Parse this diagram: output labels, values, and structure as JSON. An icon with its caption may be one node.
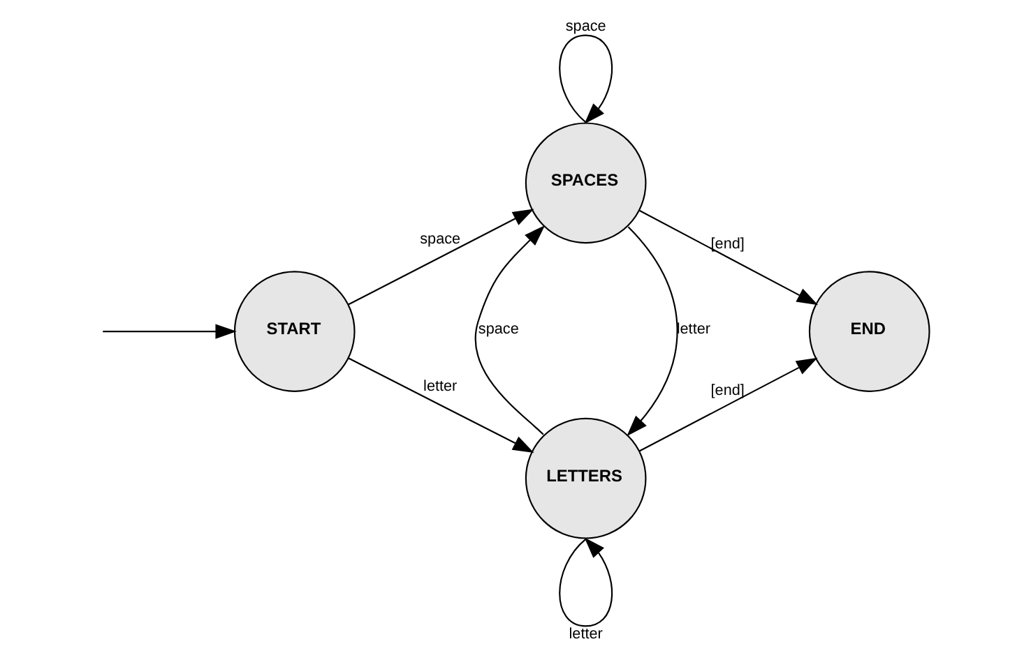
{
  "diagram": {
    "nodes": [
      {
        "text": [
          "START"
        ]
      },
      {
        "text": [
          "SPACES"
        ]
      },
      {
        "text": [
          "LETTERS"
        ]
      },
      {
        "text": [
          "END"
        ]
      }
    ],
    "edges": [
      {
        "from": null,
        "to": 0,
        "arrow": "to"
      },
      {
        "from": 0,
        "to": 1,
        "label": "space",
        "arrow": "to"
      },
      {
        "from": 0,
        "to": 2,
        "label": "letter",
        "arrow": "to"
      },
      {
        "from": 1,
        "to": 1,
        "label": "space",
        "arrow": "to"
      },
      {
        "from": 1,
        "to": 2,
        "label": "letter",
        "arrow": "to"
      },
      {
        "from": 2,
        "to": 1,
        "label": "space",
        "arrow": "to"
      },
      {
        "from": 1,
        "to": 3,
        "label": "[end]",
        "arrow": "to"
      },
      {
        "from": 2,
        "to": 3,
        "label": "[end]",
        "arrow": "to"
      },
      {
        "from": 2,
        "to": 2,
        "label": "letter",
        "arrow": "to"
      }
    ]
  }
}
